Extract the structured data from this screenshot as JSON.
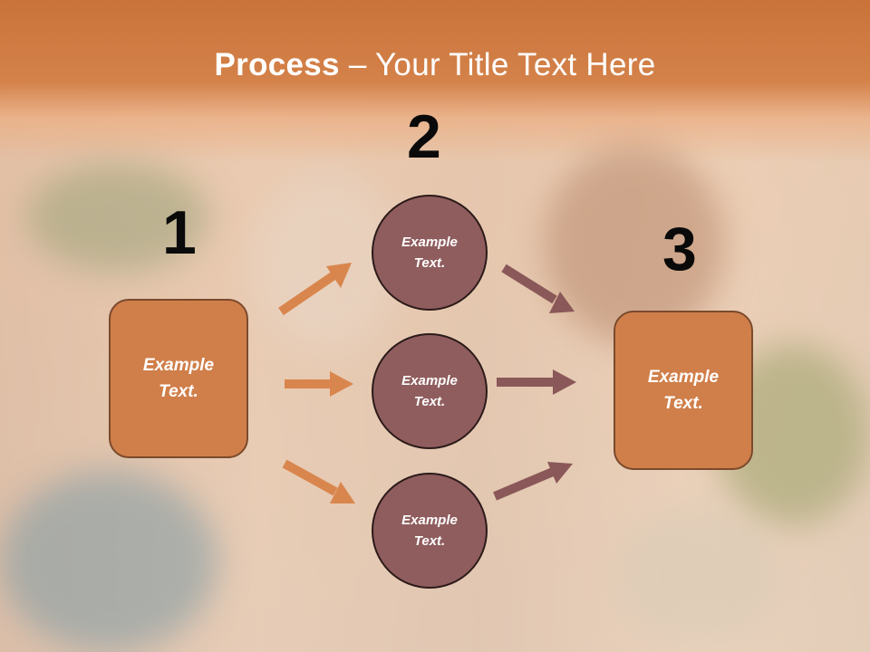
{
  "title": {
    "bold": "Process",
    "rest": " – Your Title Text Here"
  },
  "steps": [
    "1",
    "2",
    "3"
  ],
  "left_box": {
    "text": "Example\nText."
  },
  "right_box": {
    "text": "Example\nText."
  },
  "circles": [
    {
      "text": "Example\nText."
    },
    {
      "text": "Example\nText."
    },
    {
      "text": "Example\nText."
    }
  ],
  "colors": {
    "box": "#d07f4a",
    "circle": "#8f5d5e",
    "arrow_orange": "#d9864e",
    "arrow_mauve": "#8a5858",
    "header": "#c9733a"
  }
}
